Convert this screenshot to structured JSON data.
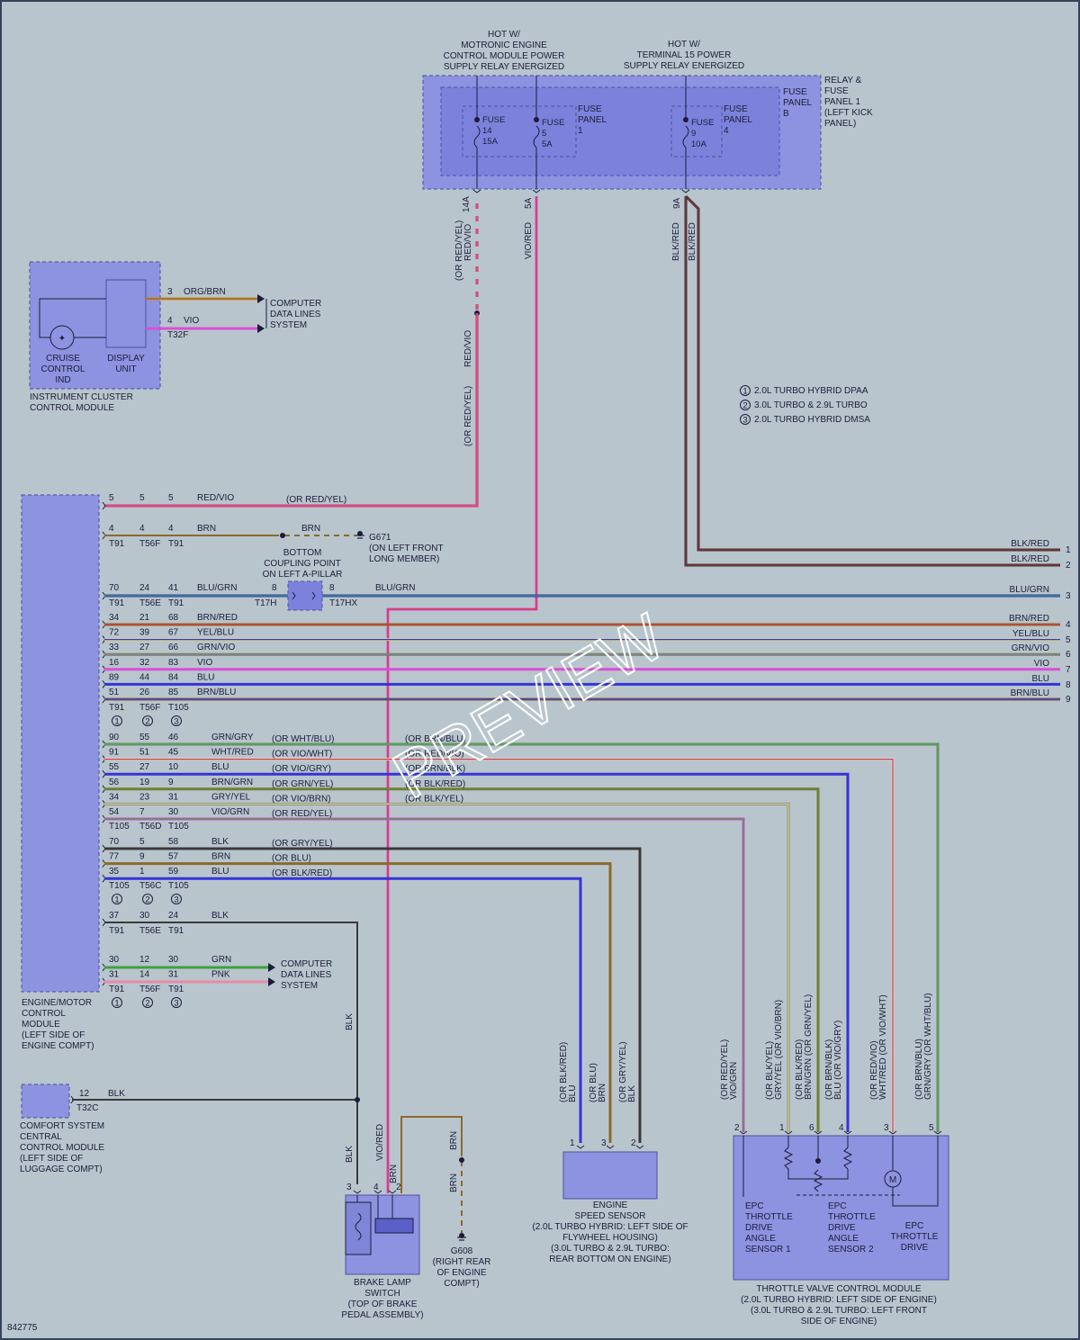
{
  "header": {
    "hot1": [
      "HOT W/",
      "MOTRONIC ENGINE",
      "CONTROL MODULE POWER",
      "SUPPLY RELAY ENERGIZED"
    ],
    "hot2": [
      "HOT W/",
      "TERMINAL 15 POWER",
      "SUPPLY RELAY ENERGIZED"
    ]
  },
  "relay_panel": {
    "label": [
      "RELAY &",
      "FUSE",
      "PANEL 1",
      "(LEFT KICK",
      "PANEL)"
    ],
    "panel_b": [
      "FUSE",
      "PANEL",
      "B"
    ],
    "panel_1": [
      "FUSE",
      "PANEL",
      "1"
    ],
    "panel_4": [
      "FUSE",
      "PANEL",
      "4"
    ],
    "fuse14": [
      "FUSE",
      "14",
      "15A"
    ],
    "fuse5": [
      "FUSE",
      "5",
      "5A"
    ],
    "fuse9": [
      "FUSE",
      "9",
      "10A"
    ],
    "pin_14a": "14A",
    "pin_5a": "5A",
    "pin_9a": "9A"
  },
  "upper_wires": {
    "w14a_labels": [
      "RED/VIO",
      "(OR RED/YEL)"
    ],
    "w14a_lower": [
      "RED/VIO",
      "(OR RED/YEL)"
    ],
    "w5a_label": "VIO/RED",
    "w9a_labels": [
      "BLK/RED",
      "BLK/RED"
    ]
  },
  "legend": [
    {
      "num": "1",
      "text": "2.0L TURBO HYBRID DPAA"
    },
    {
      "num": "2",
      "text": "3.0L TURBO & 2.9L TURBO"
    },
    {
      "num": "3",
      "text": "2.0L TURBO HYBRID DMSA"
    }
  ],
  "instrument_cluster": {
    "label": [
      "INSTRUMENT CLUSTER",
      "CONTROL MODULE"
    ],
    "cruise": [
      "CRUISE",
      "CONTROL",
      "IND"
    ],
    "display": [
      "DISPLAY",
      "UNIT"
    ],
    "pin3": "3",
    "wire3": "ORG/BRN",
    "pin4": "4",
    "wire4": "VIO",
    "connector": "T32F",
    "dest": [
      "COMPUTER",
      "DATA LINES",
      "SYSTEM"
    ]
  },
  "ecm": {
    "label": [
      "ENGINE/MOTOR",
      "CONTROL",
      "MODULE",
      "(LEFT SIDE OF",
      "ENGINE COMPT)"
    ],
    "row5": [
      "5",
      "5",
      "5",
      "RED/VIO",
      "(OR RED/YEL)"
    ],
    "row4": [
      "4",
      "4",
      "4",
      "BRN"
    ],
    "row4_conn": [
      "T91",
      "T56F",
      "T91"
    ],
    "ground_wire": "BRN",
    "g671": [
      "G671",
      "(ON LEFT FRONT",
      "LONG MEMBER)"
    ],
    "coupling": [
      "BOTTOM",
      "COUPLING POINT",
      "ON LEFT A-PILLAR"
    ],
    "row70": [
      "70",
      "24",
      "41",
      "BLU/GRN"
    ],
    "row70_conn": [
      "T91",
      "T56E",
      "T91"
    ],
    "coupling_pins": [
      "8",
      "8"
    ],
    "coupling_conn": [
      "T17H",
      "T17HX"
    ],
    "coupling_wire": "BLU/GRN",
    "rows_group1": [
      [
        "34",
        "21",
        "68",
        "BRN/RED"
      ],
      [
        "72",
        "39",
        "67",
        "YEL/BLU"
      ],
      [
        "33",
        "27",
        "66",
        "GRN/VIO"
      ],
      [
        "16",
        "32",
        "83",
        "VIO"
      ],
      [
        "89",
        "44",
        "84",
        "BLU"
      ],
      [
        "51",
        "26",
        "85",
        "BRN/BLU"
      ]
    ],
    "group1_conn": [
      "T91",
      "T56F",
      "T105"
    ],
    "circles": [
      "1",
      "2",
      "3"
    ],
    "right_labels": [
      [
        "BLK/RED",
        "1"
      ],
      [
        "BLK/RED",
        "2"
      ],
      [
        "BLU/GRN",
        "3"
      ],
      [
        "BRN/RED",
        "4"
      ],
      [
        "YEL/BLU",
        "5"
      ],
      [
        "GRN/VIO",
        "6"
      ],
      [
        "VIO",
        "7"
      ],
      [
        "BLU",
        "8"
      ],
      [
        "BRN/BLU",
        "9"
      ]
    ],
    "rows_group2": [
      [
        "90",
        "55",
        "46",
        "GRN/GRY",
        "(OR WHT/BLU)",
        "(OR BRN/BLU)"
      ],
      [
        "91",
        "51",
        "45",
        "WHT/RED",
        "(OR VIO/WHT)",
        "(OR RED/VIO)"
      ],
      [
        "55",
        "27",
        "10",
        "BLU",
        "(OR VIO/GRY)",
        "(OR BRN/BLK)"
      ],
      [
        "56",
        "19",
        "9",
        "BRN/GRN",
        "(OR GRN/YEL)",
        "(OR BLK/RED)"
      ],
      [
        "34",
        "23",
        "31",
        "GRY/YEL",
        "(OR VIO/BRN)",
        "(OR BLK/YEL)"
      ],
      [
        "54",
        "7",
        "30",
        "VIO/GRN",
        "(OR RED/YEL)",
        ""
      ]
    ],
    "group2_conn": [
      "T105",
      "T56D",
      "T105"
    ],
    "rows_group3": [
      [
        "70",
        "5",
        "58",
        "BLK",
        "(OR GRY/YEL)"
      ],
      [
        "77",
        "9",
        "57",
        "BRN",
        "(OR BLU)"
      ],
      [
        "35",
        "1",
        "59",
        "BLU",
        "(OR BLK/RED)"
      ]
    ],
    "group3_conn": [
      "T105",
      "T56C",
      "T105"
    ],
    "row37": [
      "37",
      "30",
      "24",
      "BLK"
    ],
    "row37_conn": [
      "T91",
      "T56E",
      "T91"
    ],
    "rows_group4": [
      [
        "30",
        "12",
        "30",
        "GRN"
      ],
      [
        "31",
        "14",
        "31",
        "PNK"
      ]
    ],
    "group4_conn": [
      "T91",
      "T56F",
      "T91"
    ],
    "group4_dest": [
      "COMPUTER",
      "DATA LINES",
      "SYSTEM"
    ]
  },
  "comfort": {
    "label": [
      "COMFORT SYSTEM",
      "CENTRAL",
      "CONTROL MODULE",
      "(LEFT SIDE OF",
      "LUGGAGE COMPT)"
    ],
    "pin": "12",
    "wire": "BLK",
    "conn": "T32C"
  },
  "brake": {
    "label": [
      "BRAKE LAMP",
      "SWITCH",
      "(TOP OF BRAKE",
      "PEDAL ASSEMBLY)"
    ],
    "pins": [
      "3",
      "4",
      "2"
    ],
    "wire_blk": "BLK",
    "wire_blk2": "BLK",
    "wire_viored": "VIO/RED",
    "wire_brn": "BRN",
    "wire_brn2": "BRN",
    "wire_brn3": "BRN",
    "g608": [
      "G608",
      "(RIGHT REAR",
      "OF ENGINE",
      "COMPT)"
    ]
  },
  "speed_sensor": {
    "label": [
      "ENGINE",
      "SPEED SENSOR",
      "(2.0L TURBO HYBRID: LEFT SIDE OF",
      "FLYWHEEL HOUSING)",
      "(3.0L TURBO & 2.9L TURBO:",
      "REAR BOTTOM ON ENGINE)"
    ],
    "pins": [
      "1",
      "3",
      "2"
    ],
    "wires": [
      [
        "(OR BLK/RED)",
        "BLU"
      ],
      [
        "(OR BLU)",
        "BRN"
      ],
      [
        "(OR GRY/YEL)",
        "BLK"
      ]
    ]
  },
  "throttle": {
    "label": [
      "THROTTLE VALVE CONTROL MODULE",
      "(2.0L TURBO HYBRID: LEFT SIDE OF ENGINE)",
      "(3.0L TURBO & 2.9L TURBO: LEFT FRONT",
      "SIDE OF ENGINE)"
    ],
    "pins": [
      "2",
      "1",
      "6",
      "4",
      "3",
      "5"
    ],
    "wires": [
      [
        "(OR RED/YEL)",
        "VIO/GRN"
      ],
      [
        "(OR BLK/YEL)",
        "GRY/YEL (OR VIO/BRN)"
      ],
      [
        "(OR BLK/RED)",
        "BRN/GRN (OR GRN/YEL)"
      ],
      [
        "(OR BRN/BLK)",
        "BLU (OR VIO/GRY)"
      ],
      [
        "(OR RED/VIO)",
        "WHT/RED (OR VIO/WHT)"
      ],
      [
        "(OR BRN/BLU)",
        "GRN/GRY (OR WHT/BLU)"
      ]
    ],
    "s1": [
      "EPC",
      "THROTTLE",
      "DRIVE",
      "ANGLE",
      "SENSOR 1"
    ],
    "s2": [
      "EPC",
      "THROTTLE",
      "DRIVE",
      "ANGLE",
      "SENSOR 2"
    ],
    "drive": [
      "EPC",
      "THROTTLE",
      "DRIVE"
    ],
    "motor": "M"
  },
  "footer": {
    "code": "842775"
  },
  "watermark": "PREVIEW"
}
